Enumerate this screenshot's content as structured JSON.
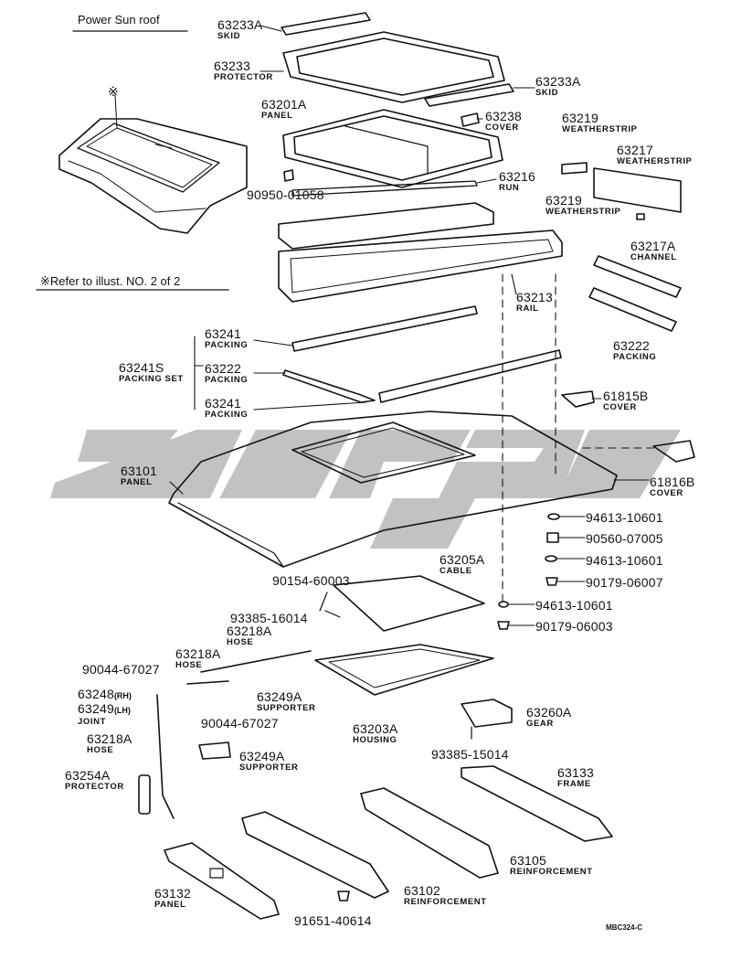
{
  "diagram": {
    "title": "Power Sun roof",
    "refer_note": "※Refer to illust. NO. 2 of 2",
    "ref_mark": "※",
    "code": "MBC324-C",
    "watermark_color": "#bfbfbf",
    "line_color": "#111111"
  },
  "parts": {
    "p63233A_top": {
      "number": "63233A",
      "name": "SKID"
    },
    "p63233": {
      "number": "63233",
      "name": "PROTECTOR"
    },
    "p63233A_right": {
      "number": "63233A",
      "name": "SKID"
    },
    "p63201A": {
      "number": "63201A",
      "name": "PANEL"
    },
    "p63238": {
      "number": "63238",
      "name": "COVER"
    },
    "p63219_top": {
      "number": "63219",
      "name": "WEATHERSTRIP"
    },
    "p63217": {
      "number": "63217",
      "name": "WEATHERSTRIP"
    },
    "p63219_bottom": {
      "number": "63219",
      "name": "WEATHERSTRIP"
    },
    "p90950": {
      "number": "90950-01058"
    },
    "p63216": {
      "number": "63216",
      "name": "RUN"
    },
    "p63217A": {
      "number": "63217A",
      "name": "CHANNEL"
    },
    "p63213": {
      "number": "63213",
      "name": "RAIL"
    },
    "p63222_right": {
      "number": "63222",
      "name": "PACKING"
    },
    "p63241_top": {
      "number": "63241",
      "name": "PACKING"
    },
    "p63241S": {
      "number": "63241S",
      "name": "PACKING SET"
    },
    "p63222_left": {
      "number": "63222",
      "name": "PACKING"
    },
    "p63241_bottom": {
      "number": "63241",
      "name": "PACKING"
    },
    "p61815B": {
      "number": "61815B",
      "name": "COVER"
    },
    "p63101": {
      "number": "63101",
      "name": "PANEL"
    },
    "p61816B": {
      "number": "61816B",
      "name": "COVER"
    },
    "p94613_a": {
      "number": "94613-10601"
    },
    "p90560": {
      "number": "90560-07005"
    },
    "p94613_b": {
      "number": "94613-10601"
    },
    "p90179_a": {
      "number": "90179-06007"
    },
    "p90154": {
      "number": "90154-60003"
    },
    "p63205A": {
      "number": "63205A",
      "name": "CABLE"
    },
    "p94613_c": {
      "number": "94613-10601"
    },
    "p93385_a": {
      "number": "93385-16014"
    },
    "p90179_b": {
      "number": "90179-06003"
    },
    "p63218A_top": {
      "number": "63218A",
      "name": "HOSE"
    },
    "p63218A_mid": {
      "number": "63218A",
      "name": "HOSE"
    },
    "p90044_a": {
      "number": "90044-67027"
    },
    "p63248": {
      "number": "63248",
      "suffix": "(RH)"
    },
    "p63249": {
      "number": "63249",
      "suffix": "(LH)",
      "name": "JOINT"
    },
    "p90044_b": {
      "number": "90044-67027"
    },
    "p63249A_top": {
      "number": "63249A",
      "name": "SUPPORTER"
    },
    "p63203A": {
      "number": "63203A",
      "name": "HOUSING"
    },
    "p63260A": {
      "number": "63260A",
      "name": "GEAR"
    },
    "p93385_b": {
      "number": "93385-15014"
    },
    "p63218A_low": {
      "number": "63218A",
      "name": "HOSE"
    },
    "p63249A_low": {
      "number": "63249A",
      "name": "SUPPORTER"
    },
    "p63254A": {
      "number": "63254A",
      "name": "PROTECTOR"
    },
    "p63133": {
      "number": "63133",
      "name": "FRAME"
    },
    "p63105": {
      "number": "63105",
      "name": "REINFORCEMENT"
    },
    "p63132": {
      "number": "63132",
      "name": "PANEL"
    },
    "p63102": {
      "number": "63102",
      "name": "REINFORCEMENT"
    },
    "p91651": {
      "number": "91651-40614"
    }
  }
}
